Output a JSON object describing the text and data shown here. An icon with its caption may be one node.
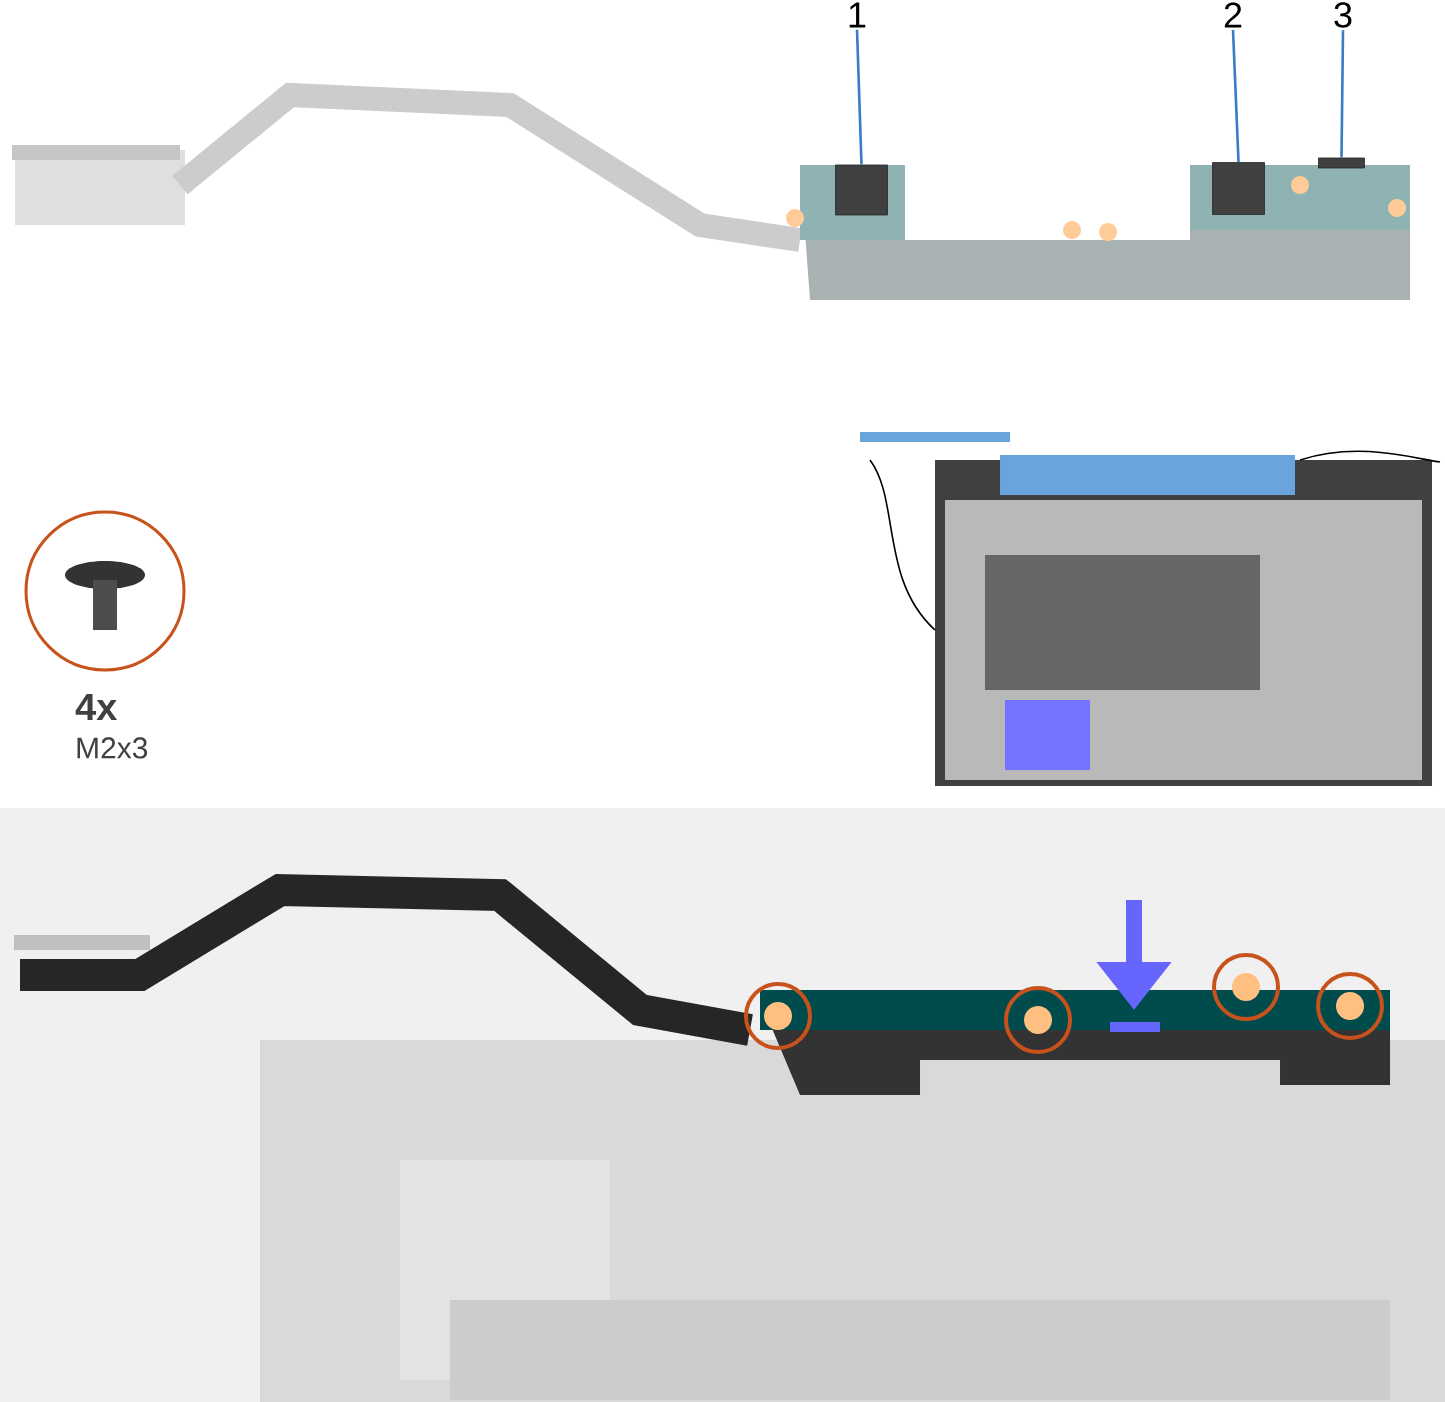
{
  "diagram": {
    "nodes": [
      {
        "text": [
          "1"
        ]
      },
      {
        "text": [
          "2"
        ]
      },
      {
        "text": [
          "3"
        ]
      },
      {
        "text": [],
        "shape": "box"
      },
      {
        "text": [],
        "shape": "box"
      },
      {
        "text": [],
        "shape": "box"
      }
    ],
    "edges": [
      {
        "from": 0,
        "to": 3,
        "arrow": "none",
        "color": "#3b7dc4"
      },
      {
        "from": 1,
        "to": 4,
        "arrow": "none",
        "color": "#3b7dc4"
      },
      {
        "from": 2,
        "to": 5,
        "arrow": "none",
        "color": "#3b7dc4"
      }
    ],
    "labels": [
      "4x",
      "M2x3"
    ]
  }
}
